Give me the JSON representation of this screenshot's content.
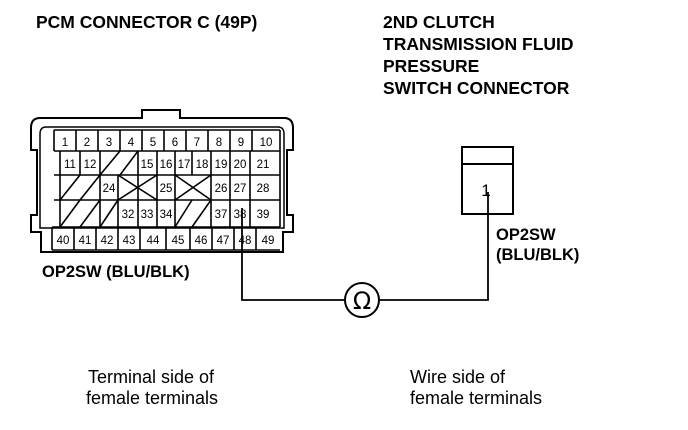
{
  "pcm_connector": {
    "title": "PCM CONNECTOR C (49P)",
    "terminals": {
      "row1": [
        "1",
        "2",
        "3",
        "4",
        "5",
        "6",
        "7",
        "8",
        "9",
        "10"
      ],
      "row2": [
        "11",
        "12",
        "15",
        "16",
        "17",
        "18",
        "19",
        "20",
        "21"
      ],
      "row3": [
        "24",
        "25",
        "26",
        "27",
        "28"
      ],
      "row4": [
        "32",
        "33",
        "34",
        "37",
        "38",
        "39"
      ],
      "row5": [
        "40",
        "41",
        "42",
        "43",
        "44",
        "45",
        "46",
        "47",
        "48",
        "49"
      ]
    },
    "wire_label": "OP2SW (BLU/BLK)"
  },
  "switch_connector": {
    "title_lines": [
      "2ND CLUTCH",
      "TRANSMISSION FLUID",
      "PRESSURE",
      "SWITCH CONNECTOR"
    ],
    "terminal": "1",
    "wire_label_lines": [
      "OP2SW",
      "(BLU/BLK)"
    ]
  },
  "meter_symbol": "Ω",
  "captions": {
    "left": [
      "Terminal side of",
      "female terminals"
    ],
    "right": [
      "Wire side of",
      "female terminals"
    ]
  }
}
